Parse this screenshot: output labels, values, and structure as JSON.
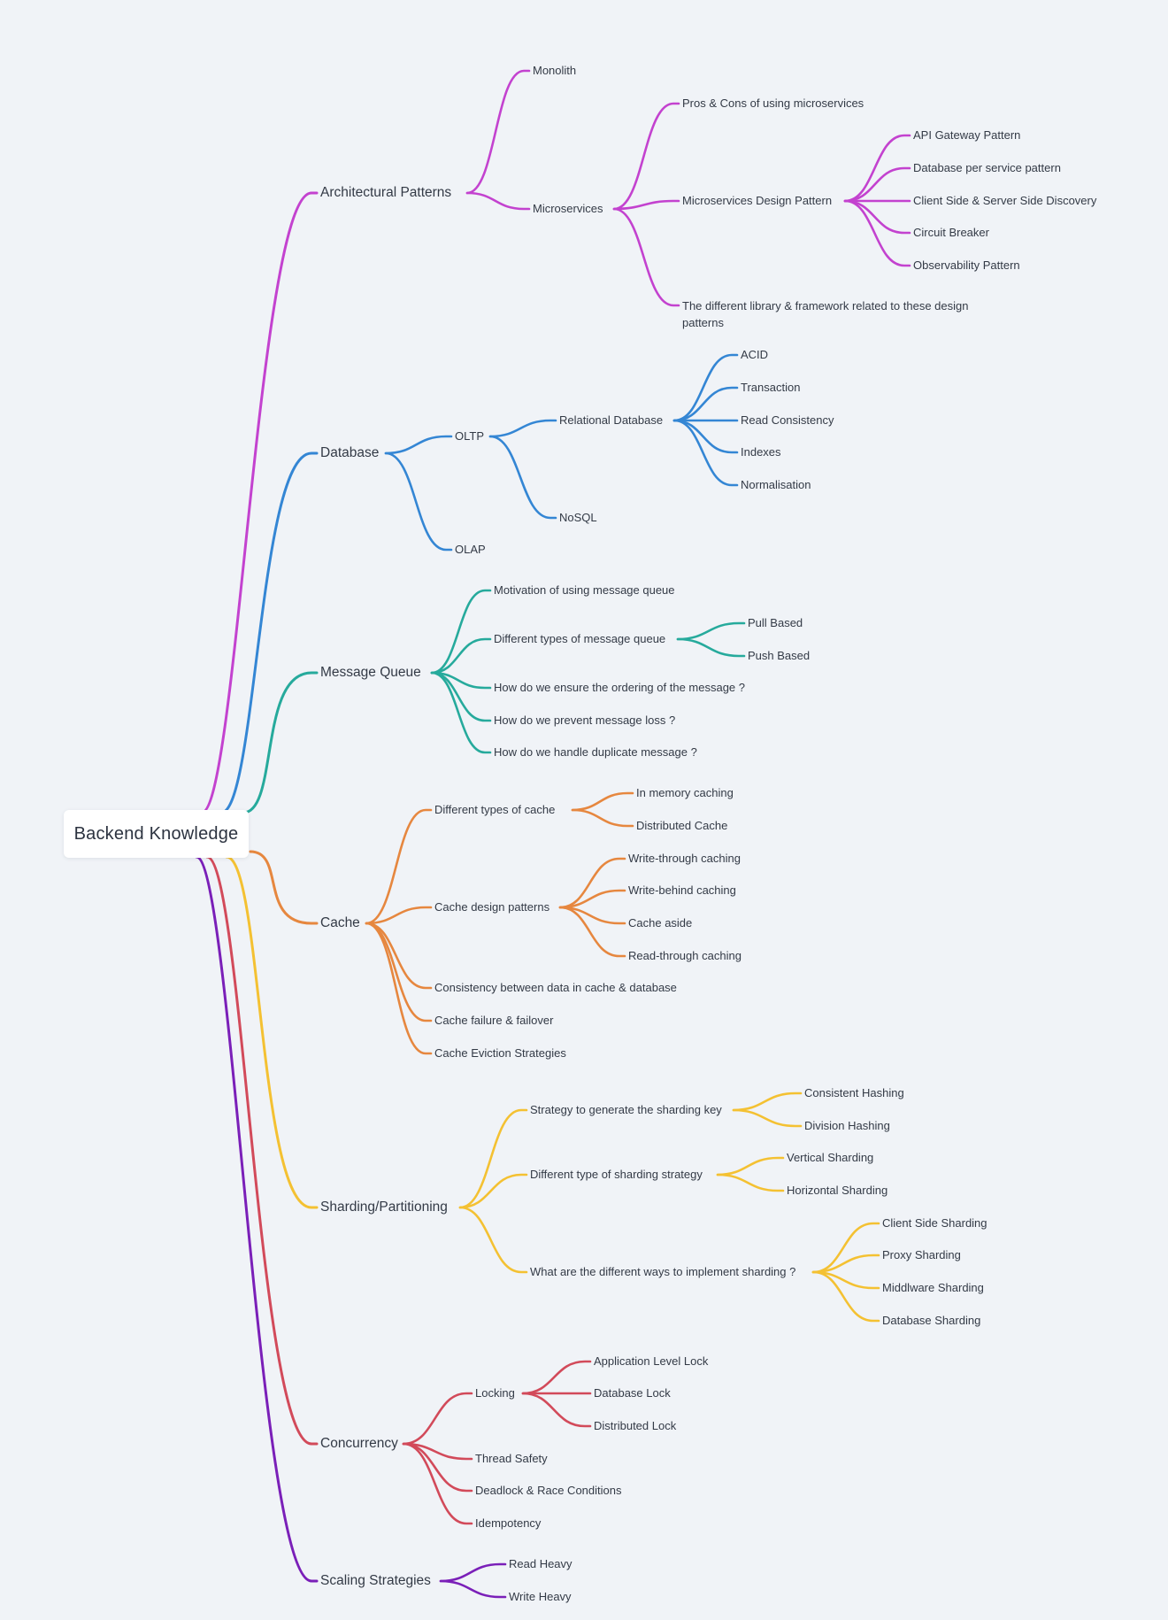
{
  "root": {
    "label": "Backend Knowledge"
  },
  "colors": {
    "architectural": "#c342cf",
    "database": "#3486d4",
    "message_queue": "#26aa9c",
    "cache": "#e6873f",
    "sharding": "#f4c132",
    "concurrency": "#d24a5a",
    "scaling": "#7a1fb8"
  },
  "branches": [
    {
      "label": "Architectural Patterns",
      "color": "#c342cf",
      "children": [
        {
          "label": "Monolith"
        },
        {
          "label": "Microservices",
          "children": [
            {
              "label": "Pros & Cons of using microservices"
            },
            {
              "label": "Microservices Design Pattern",
              "children": [
                {
                  "label": "API Gateway Pattern"
                },
                {
                  "label": "Database per service pattern"
                },
                {
                  "label": "Client Side & Server Side Discovery"
                },
                {
                  "label": "Circuit Breaker"
                },
                {
                  "label": "Observability Pattern"
                }
              ]
            },
            {
              "label": "The different library & framework related to these design patterns"
            }
          ]
        }
      ]
    },
    {
      "label": "Database",
      "color": "#3486d4",
      "children": [
        {
          "label": "OLTP",
          "children": [
            {
              "label": "Relational Database",
              "children": [
                {
                  "label": "ACID"
                },
                {
                  "label": "Transaction"
                },
                {
                  "label": "Read Consistency"
                },
                {
                  "label": "Indexes"
                },
                {
                  "label": "Normalisation"
                }
              ]
            },
            {
              "label": "NoSQL"
            }
          ]
        },
        {
          "label": "OLAP"
        }
      ]
    },
    {
      "label": "Message Queue",
      "color": "#26aa9c",
      "children": [
        {
          "label": "Motivation of using message queue"
        },
        {
          "label": "Different types of message queue",
          "children": [
            {
              "label": "Pull Based"
            },
            {
              "label": "Push Based"
            }
          ]
        },
        {
          "label": "How do we ensure the ordering of the message ?"
        },
        {
          "label": "How do we prevent message loss ?"
        },
        {
          "label": "How do we handle duplicate message ?"
        }
      ]
    },
    {
      "label": "Cache",
      "color": "#e6873f",
      "children": [
        {
          "label": "Different types of cache",
          "children": [
            {
              "label": "In memory caching"
            },
            {
              "label": "Distributed Cache"
            }
          ]
        },
        {
          "label": "Cache design patterns",
          "children": [
            {
              "label": "Write-through caching"
            },
            {
              "label": "Write-behind caching"
            },
            {
              "label": "Cache aside"
            },
            {
              "label": "Read-through caching"
            }
          ]
        },
        {
          "label": "Consistency between data in cache & database"
        },
        {
          "label": "Cache failure & failover"
        },
        {
          "label": "Cache Eviction Strategies"
        }
      ]
    },
    {
      "label": "Sharding/Partitioning",
      "color": "#f4c132",
      "children": [
        {
          "label": "Strategy to generate the sharding key",
          "children": [
            {
              "label": "Consistent Hashing"
            },
            {
              "label": "Division Hashing"
            }
          ]
        },
        {
          "label": "Different type of sharding strategy",
          "children": [
            {
              "label": "Vertical Sharding"
            },
            {
              "label": "Horizontal Sharding"
            }
          ]
        },
        {
          "label": "What are the different ways to implement sharding ?",
          "children": [
            {
              "label": "Client Side Sharding"
            },
            {
              "label": "Proxy Sharding"
            },
            {
              "label": "Middlware Sharding"
            },
            {
              "label": "Database Sharding"
            }
          ]
        }
      ]
    },
    {
      "label": "Concurrency",
      "color": "#d24a5a",
      "children": [
        {
          "label": "Locking",
          "children": [
            {
              "label": "Application Level Lock"
            },
            {
              "label": "Database Lock"
            },
            {
              "label": "Distributed Lock"
            }
          ]
        },
        {
          "label": "Thread Safety"
        },
        {
          "label": "Deadlock & Race Conditions"
        },
        {
          "label": "Idempotency"
        }
      ]
    },
    {
      "label": "Scaling Strategies",
      "color": "#7a1fb8",
      "children": [
        {
          "label": "Read Heavy"
        },
        {
          "label": "Write Heavy"
        }
      ]
    }
  ]
}
